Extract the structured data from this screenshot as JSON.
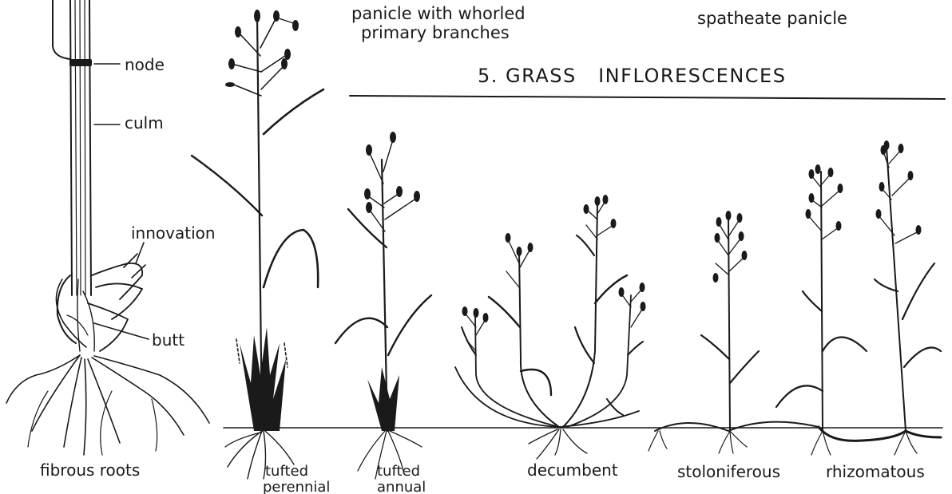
{
  "captions": {
    "top_left": "panicle with whorled",
    "top_left_2": "primary branches",
    "top_right": "spatheate panicle",
    "heading": "5. GRASS   INFLORESCENCES"
  },
  "culm_labels": {
    "node": "node",
    "culm": "culm",
    "innovation": "innovation",
    "butt": "butt"
  },
  "habit_labels": {
    "fibrous": "fibrous roots",
    "tufted_perennial_1": "tufted",
    "tufted_perennial_2": "perennial",
    "tufted_annual_1": "tufted",
    "tufted_annual_2": "annual",
    "decumbent": "decumbent",
    "stoloniferous": "stoloniferous",
    "rhizomatous": "rhizomatous"
  },
  "colors": {
    "ink": "#1a1a1a",
    "paper": "#ffffff"
  }
}
